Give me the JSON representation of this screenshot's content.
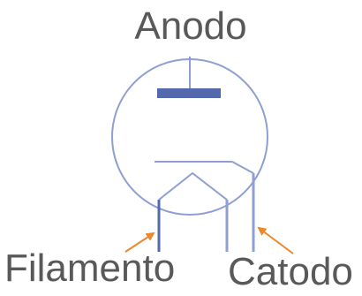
{
  "labels": {
    "anode": "Anodo",
    "filament": "Filamento",
    "cathode": "Catodo"
  },
  "colors": {
    "tube": "#8f9fd2",
    "anode_plate": "#5468ad",
    "arrow": "#e8892e",
    "text": "#595959",
    "background": "#ffffff"
  }
}
